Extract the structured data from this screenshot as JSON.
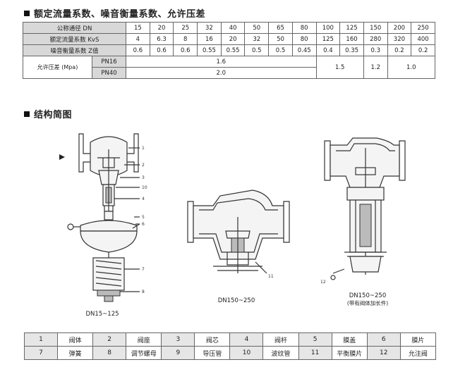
{
  "section1": {
    "title": "额定流量系数、噪音衡量系数、允许压差"
  },
  "spec_table": {
    "dn_label": "公称通径 DN",
    "kvs_label": "额定流量系数 KvS",
    "z_label": "噪音衡量系数 Z值",
    "pressure_label": "允许压差 (Mpa)",
    "dn": [
      "15",
      "20",
      "25",
      "32",
      "40",
      "50",
      "65",
      "80",
      "100",
      "125",
      "150",
      "200",
      "250"
    ],
    "kvs": [
      "4",
      "6.3",
      "8",
      "16",
      "20",
      "32",
      "50",
      "80",
      "125",
      "160",
      "280",
      "320",
      "400"
    ],
    "z": [
      "0.6",
      "0.6",
      "0.6",
      "0.55",
      "0.55",
      "0.5",
      "0.5",
      "0.45",
      "0.4",
      "0.35",
      "0.3",
      "0.2",
      "0.2"
    ],
    "pn16": {
      "label": "PN16",
      "v1": "1.6",
      "v2": "1.5",
      "v3": "1.2",
      "v4": "1.0"
    },
    "pn40": {
      "label": "PN40",
      "v1": "2.0"
    }
  },
  "section2": {
    "title": "结构简图"
  },
  "diagrams": {
    "d1_caption": "DN15~125",
    "d2_caption": "DN150~250",
    "d3_caption_line1": "DN150~250",
    "d3_caption_line2": "(带有阀体加长件)"
  },
  "parts": [
    {
      "n": "1",
      "name": "阀体"
    },
    {
      "n": "2",
      "name": "阀座"
    },
    {
      "n": "3",
      "name": "阀芯"
    },
    {
      "n": "4",
      "name": "阀杆"
    },
    {
      "n": "5",
      "name": "膜盖"
    },
    {
      "n": "6",
      "name": "膜片"
    },
    {
      "n": "7",
      "name": "弹簧"
    },
    {
      "n": "8",
      "name": "调节螺母"
    },
    {
      "n": "9",
      "name": "导压管"
    },
    {
      "n": "10",
      "name": "波纹管"
    },
    {
      "n": "11",
      "name": "平衡膜片"
    },
    {
      "n": "12",
      "name": "允注阀"
    }
  ]
}
